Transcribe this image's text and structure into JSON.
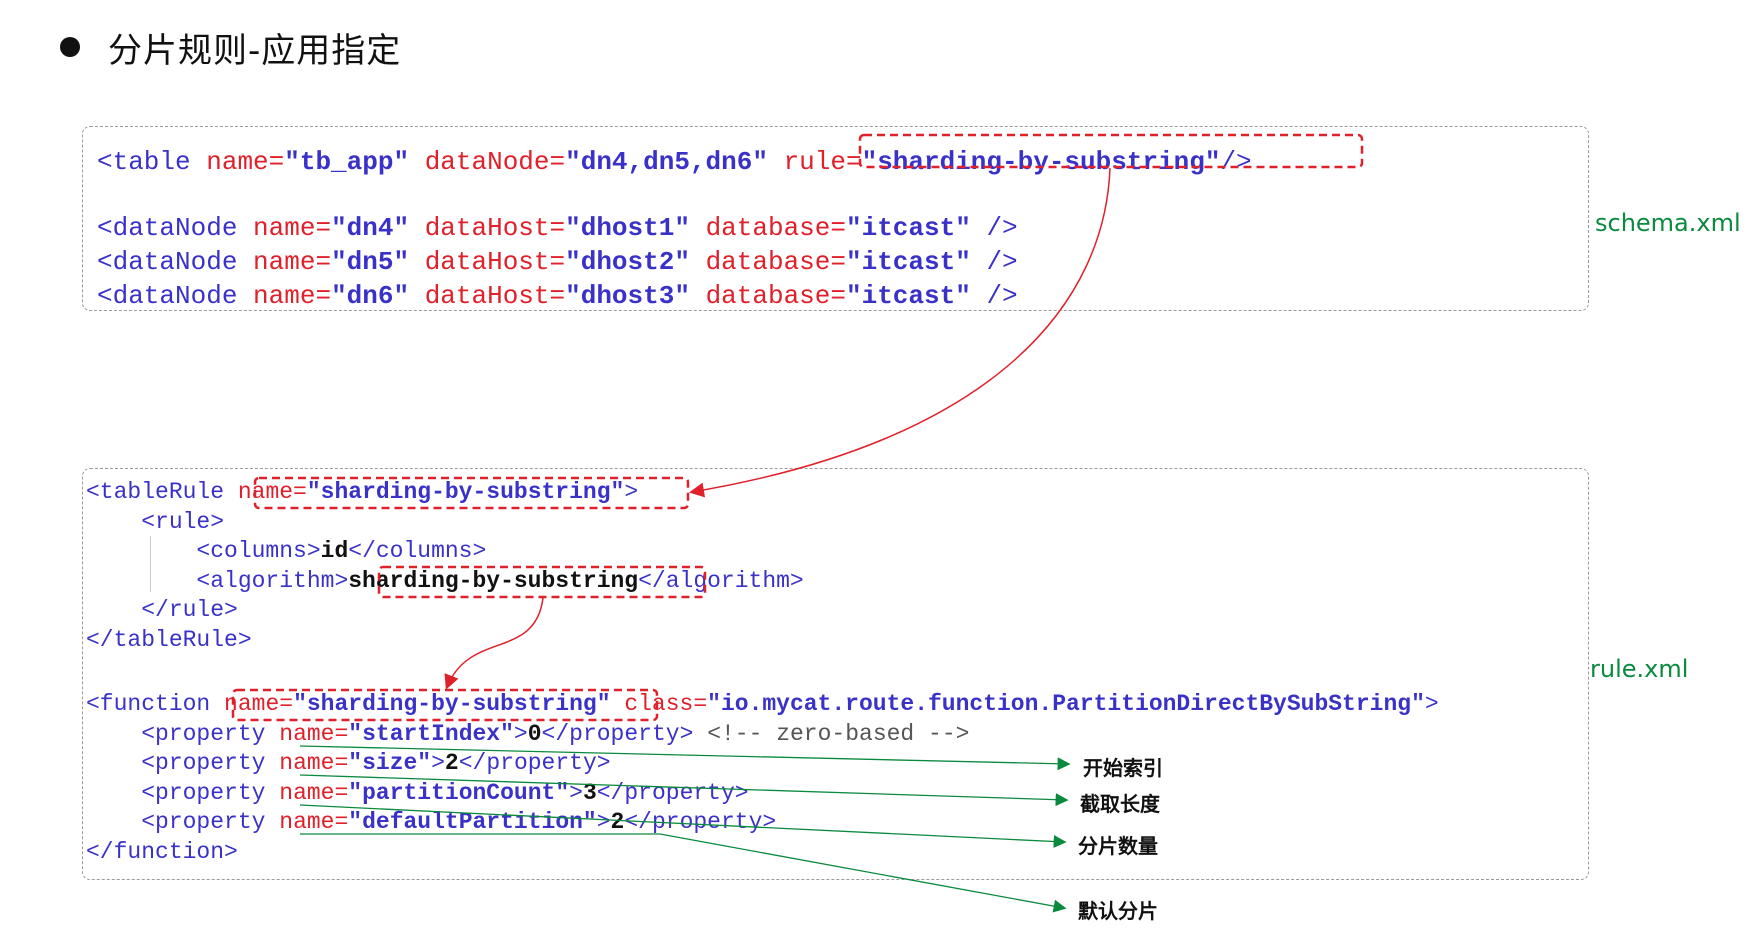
{
  "title": "分片规则-应用指定",
  "files": {
    "schema": "schema.xml",
    "rule": "rule.xml"
  },
  "schema": {
    "table": {
      "open": "<table",
      "name_attr": "name=",
      "name_val": "\"tb_app\"",
      "dn_attr": "dataNode=",
      "dn_val": "\"dn4,dn5,dn6\"",
      "rule_attr": "rule=",
      "rule_val": "\"sharding-by-substring\"",
      "close": "/>"
    },
    "datanodes": [
      {
        "open": "<dataNode",
        "name_attr": "name=",
        "name_val": "\"dn4\"",
        "host_attr": "dataHost=",
        "host_val": "\"dhost1\"",
        "db_attr": "database=",
        "db_val": "\"itcast\"",
        "close": "/>"
      },
      {
        "open": "<dataNode",
        "name_attr": "name=",
        "name_val": "\"dn5\"",
        "host_attr": "dataHost=",
        "host_val": "\"dhost2\"",
        "db_attr": "database=",
        "db_val": "\"itcast\"",
        "close": "/>"
      },
      {
        "open": "<dataNode",
        "name_attr": "name=",
        "name_val": "\"dn6\"",
        "host_attr": "dataHost=",
        "host_val": "\"dhost3\"",
        "db_attr": "database=",
        "db_val": "\"itcast\"",
        "close": "/>"
      }
    ]
  },
  "rule": {
    "tablerule": {
      "open": "<tableRule",
      "name_attr": "name=",
      "name_val": "\"sharding-by-substring\"",
      "close": ">"
    },
    "rule_open": "<rule>",
    "columns": {
      "open": "<columns>",
      "value": "id",
      "close": "</columns>"
    },
    "algorithm": {
      "open": "<algorithm>",
      "value": "sharding-by-substring",
      "close": "</algorithm>"
    },
    "rule_close": "</rule>",
    "tablerule_close": "</tableRule>",
    "function": {
      "open": "<function",
      "name_attr": "name=",
      "name_val": "\"sharding-by-substring\"",
      "class_attr": "class=",
      "class_val": "\"io.mycat.route.function.PartitionDirectBySubString\"",
      "close": ">",
      "properties": [
        {
          "open": "<property",
          "name_attr": "name=",
          "name_val": "\"startIndex\"",
          "gt": ">",
          "value": "0",
          "close": "</property>",
          "comment": "<!-- zero-based -->"
        },
        {
          "open": "<property",
          "name_attr": "name=",
          "name_val": "\"size\"",
          "gt": ">",
          "value": "2",
          "close": "</property>",
          "comment": ""
        },
        {
          "open": "<property",
          "name_attr": "name=",
          "name_val": "\"partitionCount\"",
          "gt": ">",
          "value": "3",
          "close": "</property>",
          "comment": ""
        },
        {
          "open": "<property",
          "name_attr": "name=",
          "name_val": "\"defaultPartition\"",
          "gt": ">",
          "value": "2",
          "close": "</property>",
          "comment": ""
        }
      ],
      "end": "</function>"
    }
  },
  "notes": [
    "开始索引",
    "截取长度",
    "分片数量",
    "默认分片"
  ],
  "colors": {
    "tag": "#3a32c8",
    "attr": "#e0202a",
    "highlight": "#e0202a",
    "note_arrow": "#0a8a3e"
  }
}
